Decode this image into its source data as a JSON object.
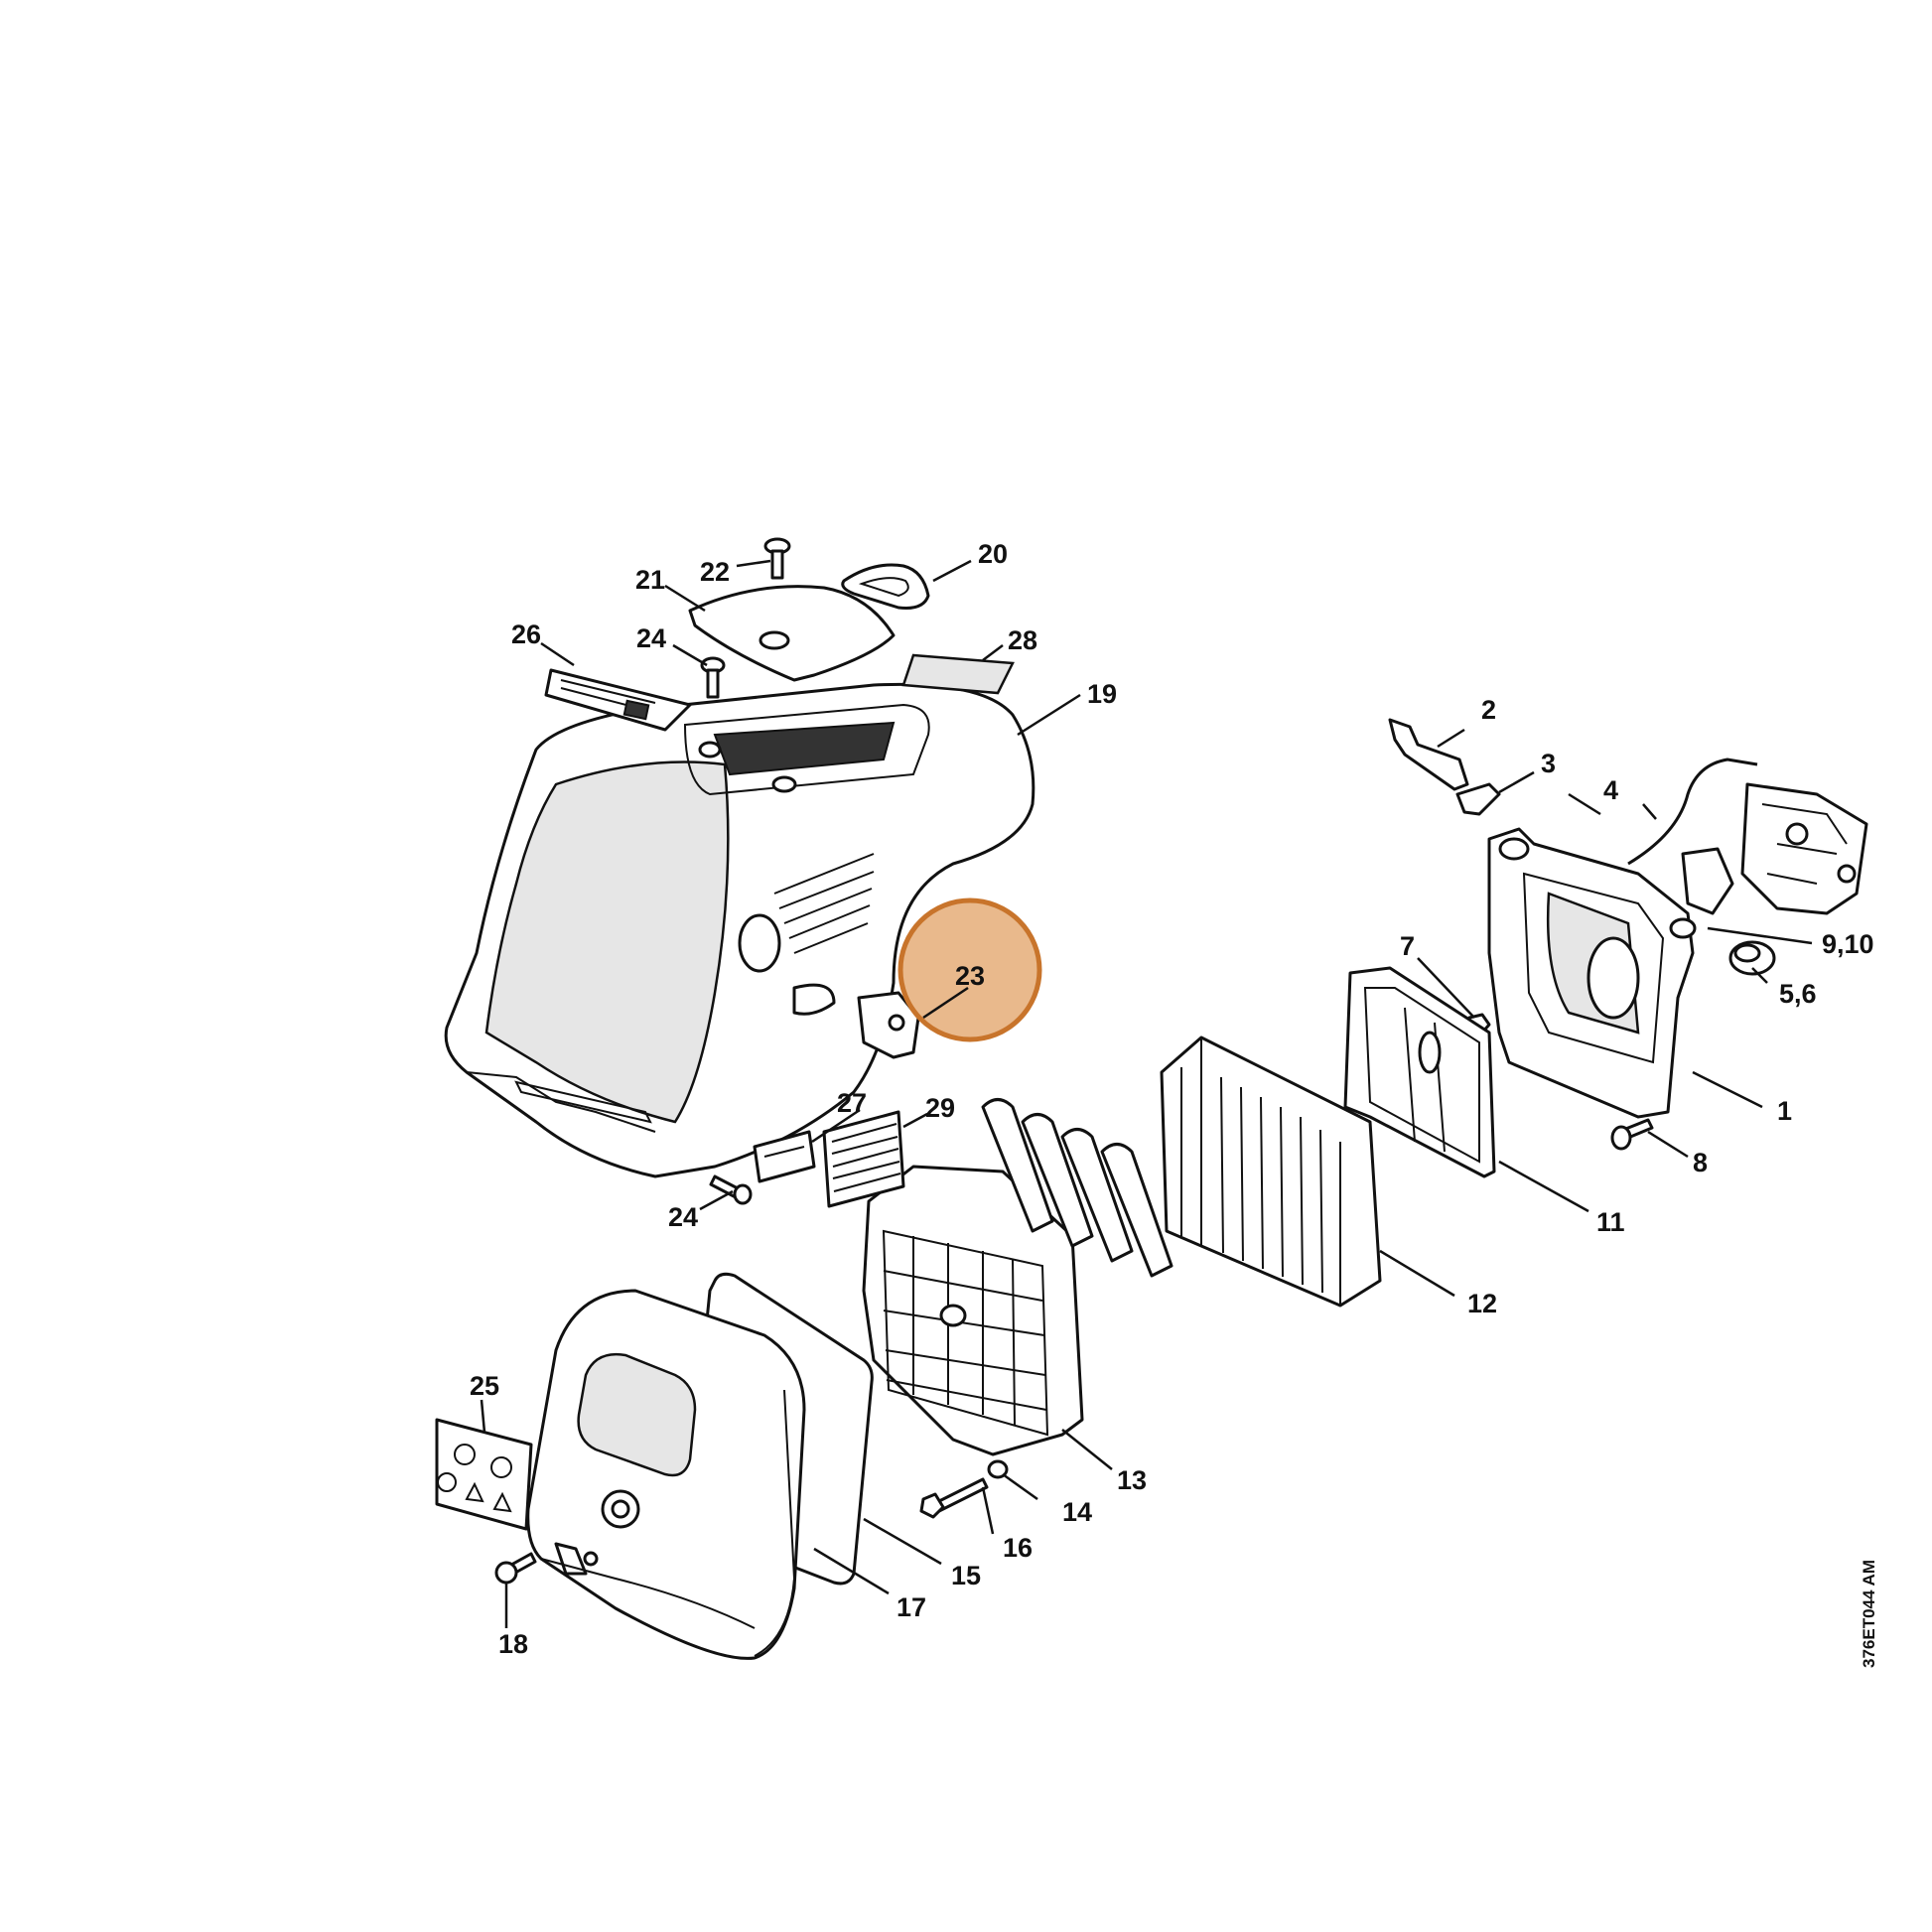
{
  "diagram": {
    "drawing_code": "376ET044 AM",
    "highlight": {
      "label": "23",
      "color": "#e9b98c",
      "ring_color": "#c8742b"
    },
    "labels": {
      "p1": "1",
      "p2": "2",
      "p3": "3",
      "p4": "4",
      "p56": "5,6",
      "p7": "7",
      "p8": "8",
      "p910": "9,10",
      "p11": "11",
      "p12": "12",
      "p13": "13",
      "p14": "14",
      "p15": "15",
      "p16": "16",
      "p17": "17",
      "p18": "18",
      "p19": "19",
      "p20": "20",
      "p21": "21",
      "p22": "22",
      "p23": "23",
      "p24a": "24",
      "p24b": "24",
      "p25": "25",
      "p26": "26",
      "p27": "27",
      "p28": "28",
      "p29": "29"
    }
  }
}
